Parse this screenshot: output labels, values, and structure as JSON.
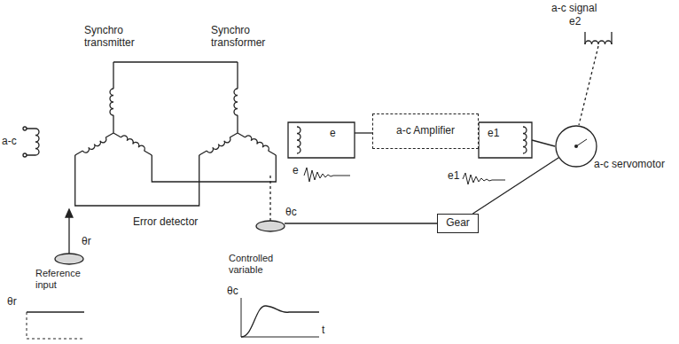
{
  "diagram": {
    "nodes": [
      {
        "text": [
          "a-c Amplifier"
        ]
      },
      {
        "text": [
          "Gear"
        ]
      },
      {
        "text": [
          "a-c servomotor"
        ]
      }
    ],
    "edges": [
      {
        "from": 2,
        "to": 1,
        "arrow": "none"
      }
    ],
    "labels": [
      "a-c",
      "Synchro transmitter",
      "Synchro transformer",
      "Error detector",
      "θr",
      "Reference input",
      "θc",
      "Controlled variable",
      "θr",
      "θc",
      "t",
      "e",
      "e",
      "e1",
      "e1",
      "a-c signal",
      "e2"
    ]
  }
}
